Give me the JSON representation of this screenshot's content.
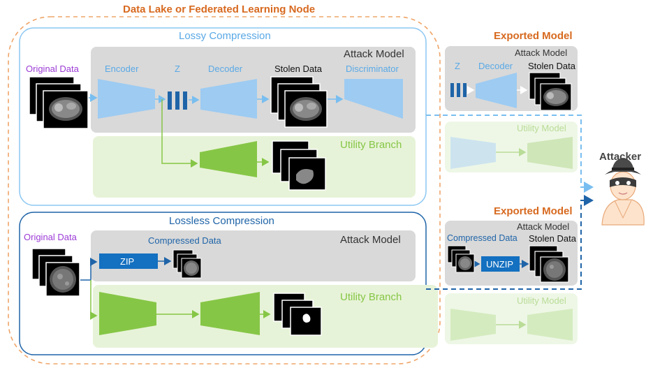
{
  "colors": {
    "orange": "#d7691f",
    "light_blue": "#79bef0",
    "dark_blue": "#1f64a8",
    "mid_blue": "#2f8fe0",
    "gray_box": "#d9d9d9",
    "green_box": "#e7f3d8",
    "green_shape": "#86c646",
    "light_blue_shape": "#9dcbf2",
    "purple": "#9c3bd6"
  },
  "node_title": "Data Lake or Federated Learning Node",
  "lossy": {
    "title": "Lossy Compression",
    "original_data": "Original Data",
    "encoder": "Encoder",
    "z": "Z",
    "decoder": "Decoder",
    "stolen_data": "Stolen Data",
    "discriminator": "Discriminator",
    "attack_model": "Attack Model",
    "utility_branch": "Utility Branch"
  },
  "lossless": {
    "title": "Lossless Compression",
    "original_data": "Original Data",
    "compressed_data": "Compressed Data",
    "zip": "ZIP",
    "attack_model": "Attack Model",
    "utility_branch": "Utility Branch"
  },
  "exported_top": {
    "title": "Exported Model",
    "attack_model": "Attack Model",
    "z": "Z",
    "decoder": "Decoder",
    "stolen_data": "Stolen Data",
    "utility_model": "Utility Model"
  },
  "exported_bottom": {
    "title": "Exported Model",
    "attack_model": "Attack Model",
    "compressed_data": "Compressed Data",
    "unzip": "UNZIP",
    "stolen_data": "Stolen Data",
    "utility_model": "Utility Model"
  },
  "attacker": "Attacker"
}
